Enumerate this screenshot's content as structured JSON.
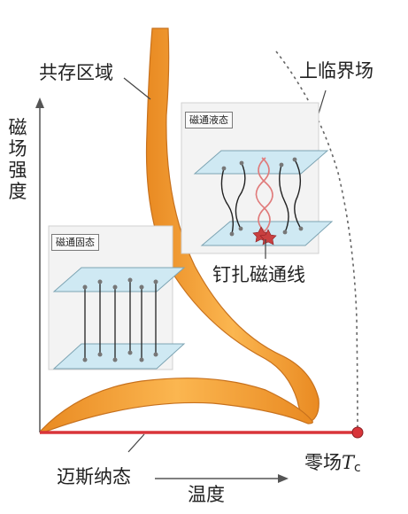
{
  "labels": {
    "coexistence_region": "共存区域",
    "upper_critical_field": "上临界场",
    "field_strength_chars": [
      "磁",
      "场",
      "强",
      "度"
    ],
    "flux_liquid": "磁通液态",
    "flux_solid": "磁通固态",
    "pinned_flux_lines": "钉扎磁通线",
    "meissner_state": "迈斯纳态",
    "temperature": "温度",
    "zero_field_prefix": "零场",
    "tc_symbol": "T",
    "tc_subscript": "c"
  },
  "colors": {
    "orange_fill": "#f5a23a",
    "orange_edge": "#c7711d",
    "red_line": "#d9353a",
    "axis": "#555555",
    "plane_fill": "#cfe9f3",
    "plane_edge": "#7da4b3",
    "flux_line": "#222222",
    "pinned_helix": "#e07a7a"
  }
}
